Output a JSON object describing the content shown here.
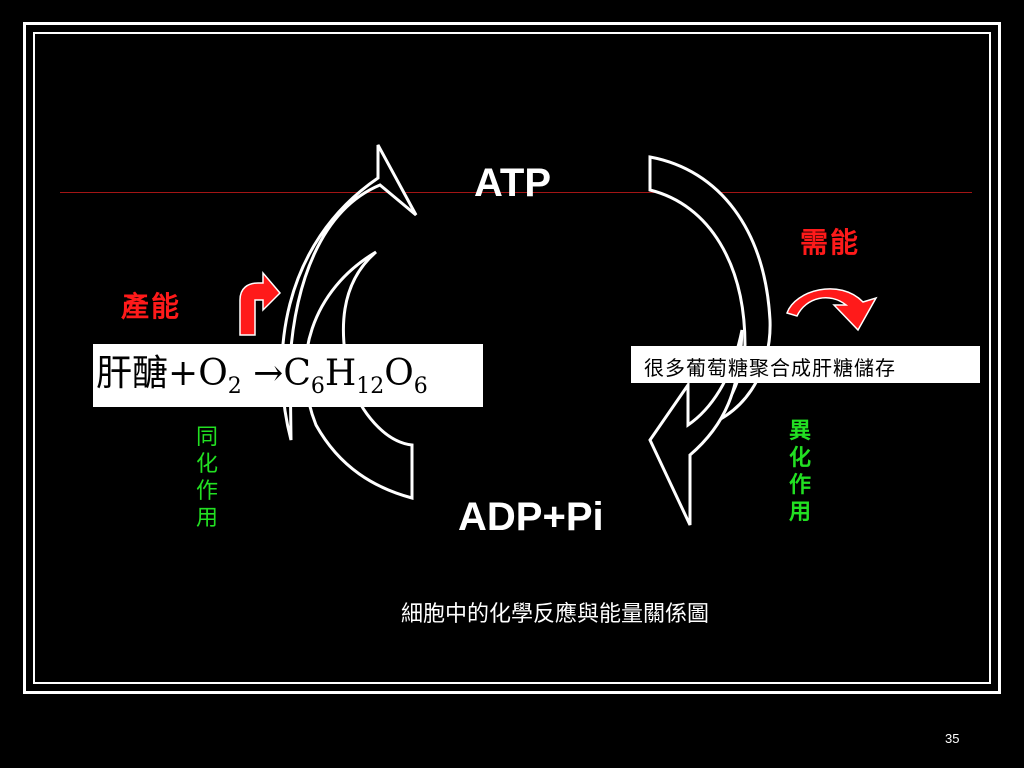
{
  "diagram": {
    "top_label": "ATP",
    "bottom_label": "ADP+Pi",
    "left_energy": "產能",
    "right_energy": "需能",
    "left_process": "同化作用",
    "right_process": "異化作用",
    "equation": {
      "reactant1": "肝醣",
      "plus": "+",
      "o": "O",
      "o_sub": "2",
      "arrow": "→",
      "c": "C",
      "c_sub": "6",
      "h": "H",
      "h_sub": "12",
      "o2": "O",
      "o2_sub": "6"
    },
    "right_box": "很多葡萄糖聚合成肝糖儲存",
    "caption": "細胞中的化學反應與能量關係圖"
  },
  "page_number": "35",
  "colors": {
    "background": "#000000",
    "energy_label": "#ff1a1a",
    "process_label": "#22e022",
    "divider": "#a31515"
  }
}
